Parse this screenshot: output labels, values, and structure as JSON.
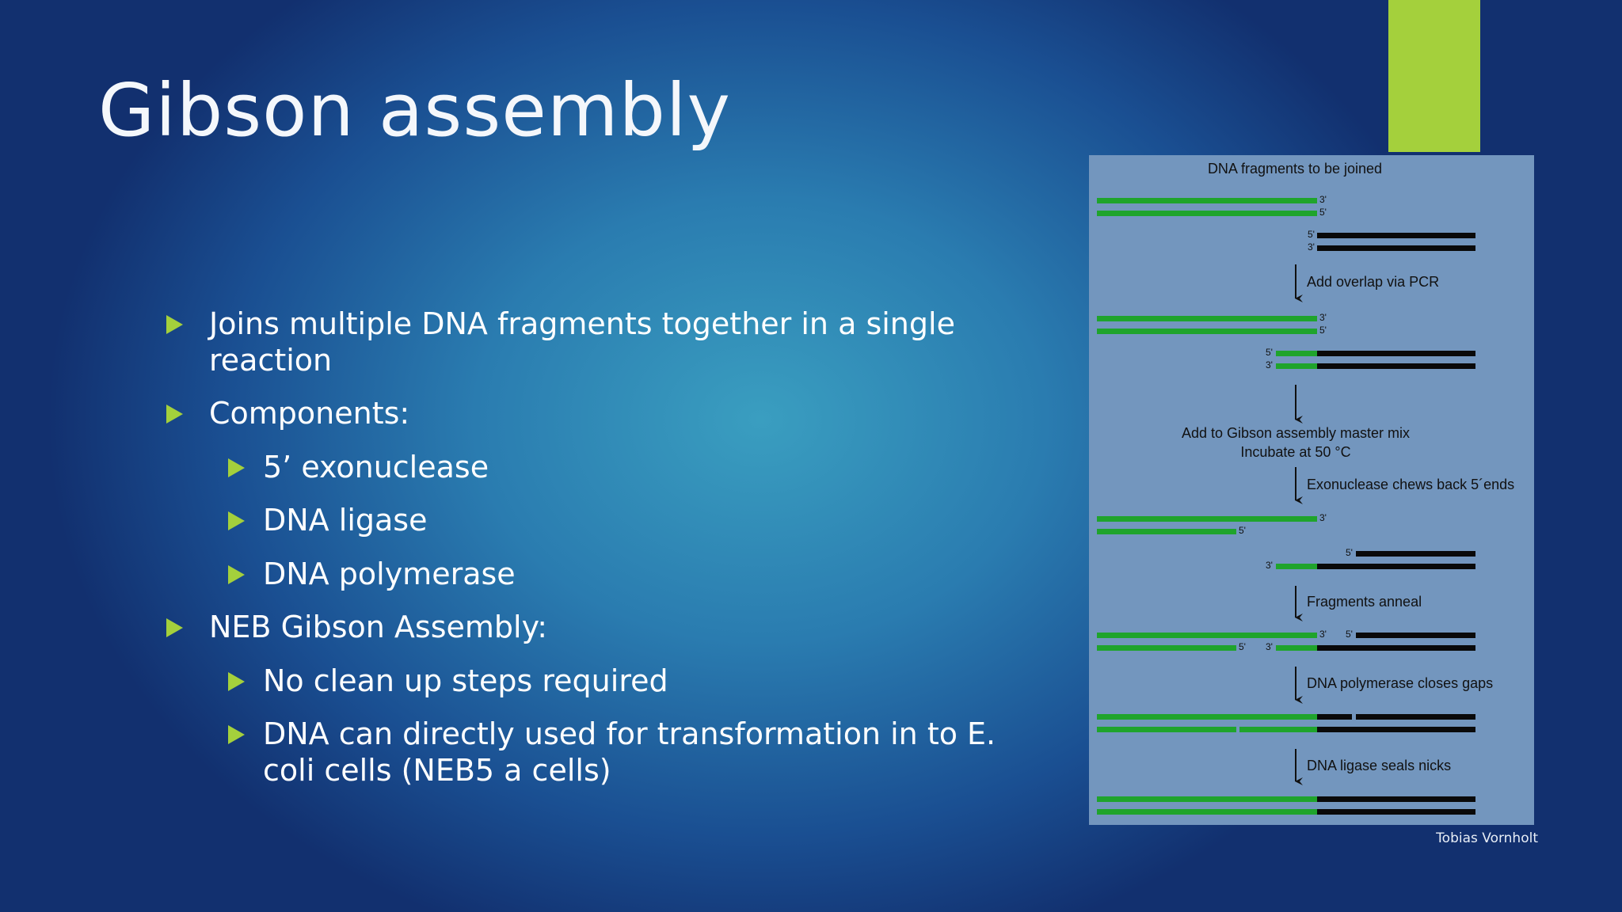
{
  "slide": {
    "title": "Gibson assembly",
    "accent_color": "#a4d03c",
    "bullets": [
      {
        "level": 1,
        "text": "Joins multiple DNA fragments together in a single reaction"
      },
      {
        "level": 1,
        "text": "Components:"
      },
      {
        "level": 2,
        "text": "5’ exonuclease"
      },
      {
        "level": 2,
        "text": "DNA ligase"
      },
      {
        "level": 2,
        "text": "DNA polymerase"
      },
      {
        "level": 1,
        "text": "NEB Gibson Assembly:"
      },
      {
        "level": 2,
        "text": "No clean up steps required"
      },
      {
        "level": 2,
        "text": "DNA can directly used for transformation in to E. coli cells (NEB5 a cells)"
      }
    ],
    "credit": "Tobias Vornholt"
  },
  "figure": {
    "heading": "DNA fragments to be joined",
    "steps": [
      "Add overlap via PCR",
      "Add to Gibson assembly master mix",
      "Incubate at 50 °C",
      "Exonuclease chews back 5´ends",
      "Fragments anneal",
      "DNA polymerase closes gaps",
      "DNA ligase seals nicks"
    ],
    "end_labels": {
      "three_prime": "3'",
      "five_prime": "5'"
    },
    "colors": {
      "fragment_a": "#1fa42c",
      "fragment_b": "#0a0a0a",
      "background": "#7396be"
    }
  }
}
